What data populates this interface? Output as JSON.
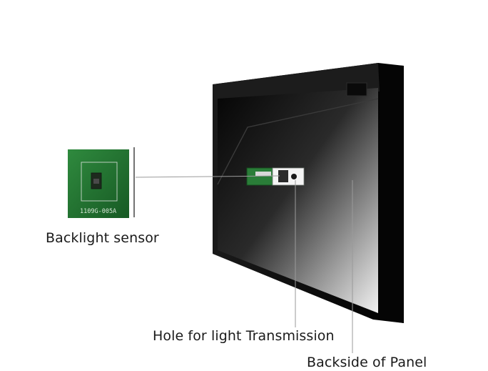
{
  "labels": {
    "backlight_sensor": "Backlight sensor",
    "hole": "Hole for light Transmission",
    "backside": "Backside of Panel"
  },
  "sensor_chip": {
    "part_code": "1109G-005A"
  },
  "colors": {
    "pcb_green": "#1f6b2e",
    "panel_dark": "#0b0b0b",
    "leader_line": "#9a9a9a"
  }
}
